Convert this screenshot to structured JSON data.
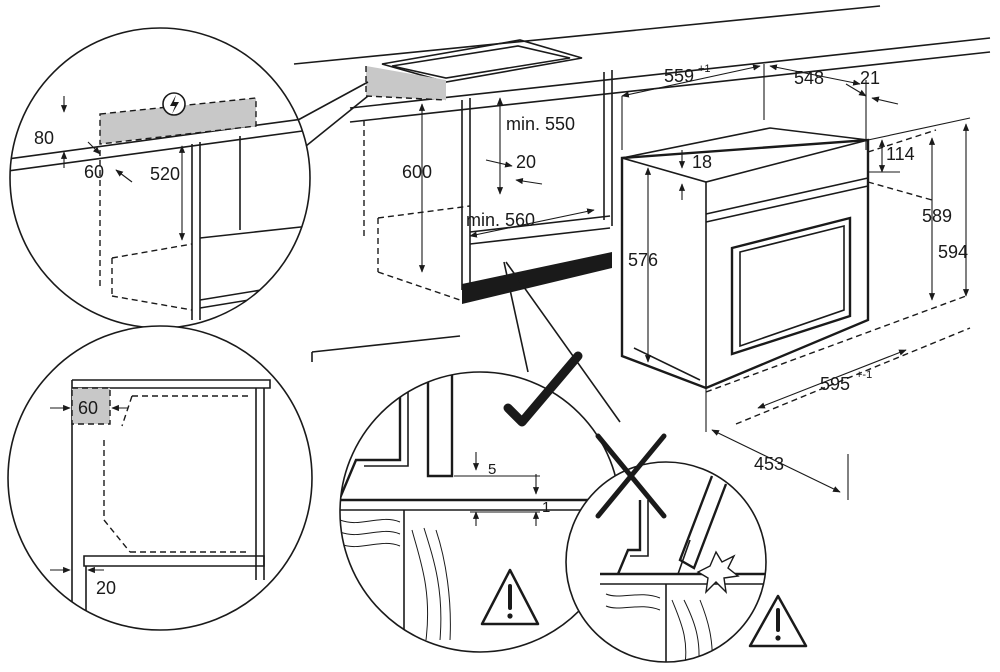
{
  "labels": {
    "d_80": "80",
    "d_60_top": "60",
    "d_520": "520",
    "d_600": "600",
    "d_min550": "min. 550",
    "d_20_mid": "20",
    "d_min560": "min. 560",
    "d_559": "559",
    "d_559_tol": "+1",
    "d_548": "548",
    "d_21": "21",
    "d_18": "18",
    "d_114": "114",
    "d_576": "576",
    "d_589": "589",
    "d_594": "594",
    "d_595": "595",
    "d_595_tol": "+-1",
    "d_453": "453",
    "d_60_side": "60",
    "d_20_side": "20",
    "d_5": "5",
    "d_1": "1"
  },
  "icons": {
    "electric": "lightning-bolt-icon",
    "warning": "warning-triangle-icon",
    "correct": "check-mark-icon",
    "wrong": "cross-mark-icon",
    "impact": "impact-star-icon"
  },
  "colors": {
    "line": "#1a1a1a",
    "shade": "#c8c8c8",
    "background": "#ffffff"
  }
}
